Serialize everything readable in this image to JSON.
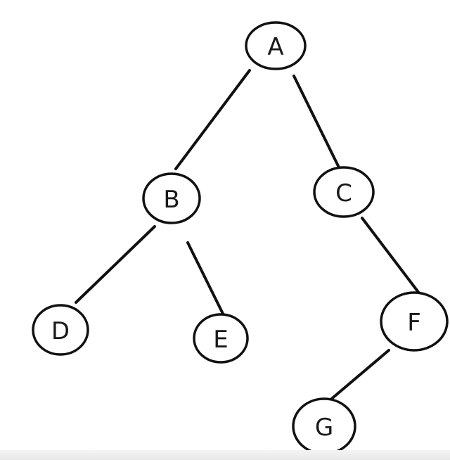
{
  "diagram": {
    "nodes": [
      {
        "id": "A",
        "label": "A"
      },
      {
        "id": "B",
        "label": "B"
      },
      {
        "id": "C",
        "label": "C"
      },
      {
        "id": "D",
        "label": "D"
      },
      {
        "id": "E",
        "label": "E"
      },
      {
        "id": "F",
        "label": "F"
      },
      {
        "id": "G",
        "label": "G"
      }
    ],
    "edges": [
      {
        "from": "A",
        "to": "B"
      },
      {
        "from": "A",
        "to": "C"
      },
      {
        "from": "B",
        "to": "D"
      },
      {
        "from": "B",
        "to": "E"
      },
      {
        "from": "C",
        "to": "F"
      },
      {
        "from": "F",
        "to": "G"
      }
    ]
  }
}
